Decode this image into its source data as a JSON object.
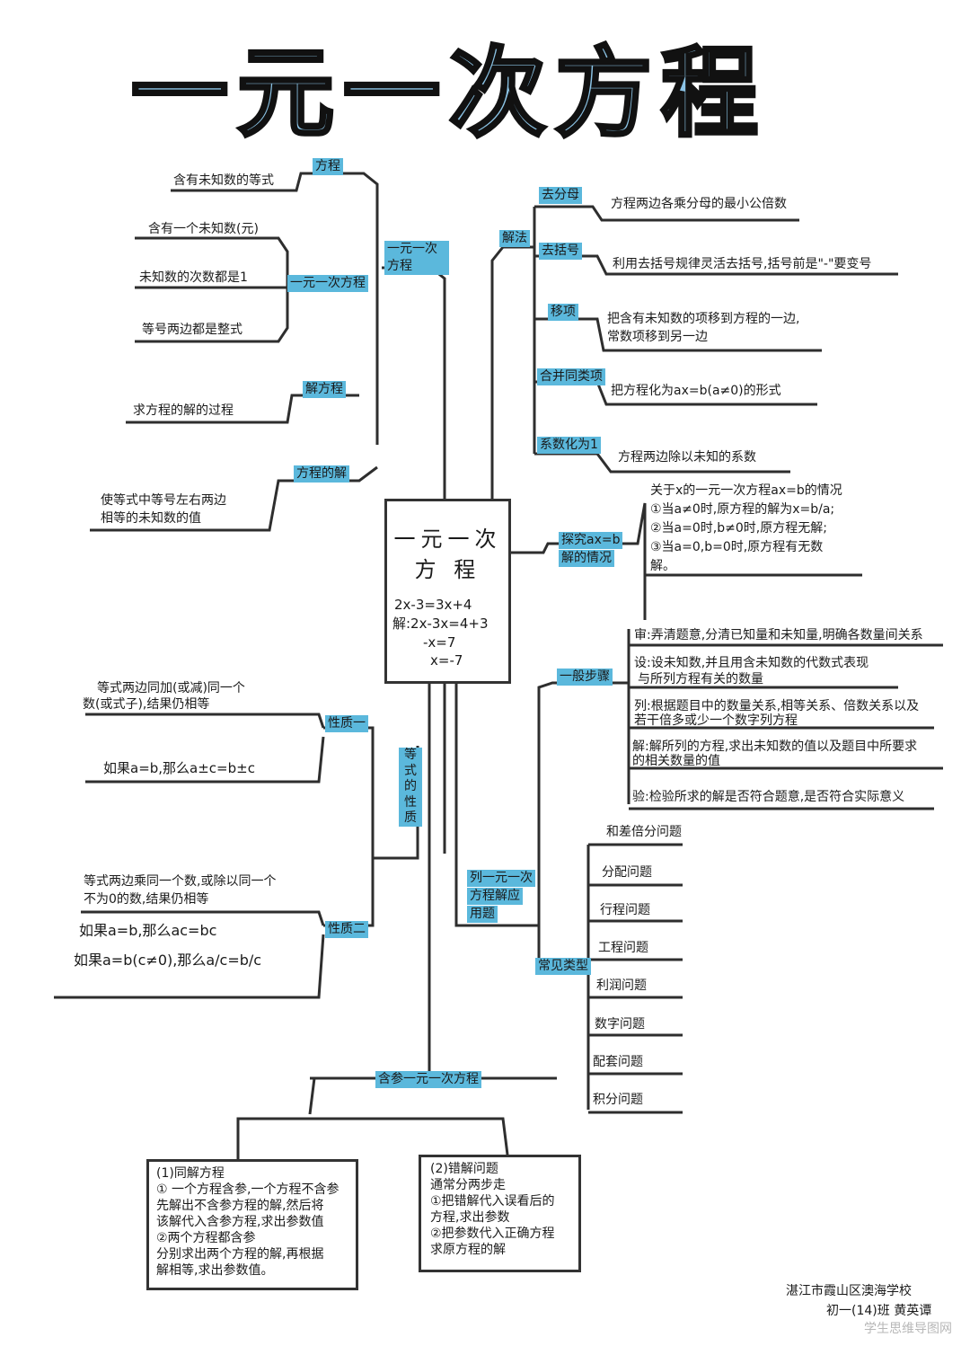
{
  "title": "一元一次方程",
  "center": {
    "title_1": "一元一次",
    "title_2": "方 程",
    "ex": [
      "2x-3=3x+4",
      "解:2x-3x=4+3",
      "-x=7",
      "x=-7"
    ]
  },
  "left": {
    "branch_def": "一元一次方程",
    "fangcheng_label": "方程",
    "fangcheng_desc": "含有未知数的等式",
    "yiyuan_label": "一元一次方程",
    "yiyuan_items": [
      "含有一个未知数(元)",
      "未知数的次数都是1",
      "等号两边都是整式"
    ],
    "jie_fangcheng_label": "解方程",
    "jie_fangcheng_desc": "求方程的解的过程",
    "fangcheng_de_jie_label": "方程的解",
    "fangcheng_de_jie_desc": [
      "使等式中等号左右两边",
      "相等的未知数的值"
    ],
    "xingzhi_branch": "等式的性质",
    "xz1_label": "性质一",
    "xz1_desc": [
      "等式两边同加(或减)同一个",
      "数(或式子),结果仍相等"
    ],
    "xz1_formula": "如果a=b,那么a±c=b±c",
    "xz2_label": "性质二",
    "xz2_desc": [
      "等式两边乘同一个数,或除以同一个",
      "不为0的数,结果仍相等"
    ],
    "xz2_formula_1": "如果a=b,那么ac=bc",
    "xz2_formula_2": "如果a=b(c≠0),那么a/c=b/c"
  },
  "right": {
    "jiefa": "解法",
    "steps": [
      {
        "label": "去分母",
        "desc": "方程两边各乘分母的最小公倍数"
      },
      {
        "label": "去括号",
        "desc": "利用去括号规律灵活去括号,括号前是\"-\"要变号"
      },
      {
        "label": "移项",
        "desc": "把含有未知数的项移到方程的一边,",
        "desc2": "常数项移到另一边"
      },
      {
        "label": "合并同类项",
        "desc": "把方程化为ax=b(a≠0)的形式"
      },
      {
        "label": "系数化为1",
        "desc": "方程两边除以未知的系数"
      }
    ],
    "qingkuang_label": [
      "探究ax=b",
      "解的情况"
    ],
    "qingkuang": [
      "关于x的一元一次方程ax=b的情况",
      "①当a≠0时,原方程的解为x=b/a;",
      "②当a=0时,b≠0时,原方程无解;",
      "③当a=0,b=0时,原方程有无数",
      "解。"
    ],
    "yingyong": [
      "列一元一次",
      "方程解应",
      "用题"
    ],
    "buzhou_label": "一般步骤",
    "buzhou": [
      "审:弄清题意,分清已知量和未知量,明确各数量间关系",
      "设:设未知数,并且用含未知数的代数式表现",
      "与所列方程有关的数量",
      "列:根据题目中的数量关系,相等关系、倍数关系以及",
      "若干倍多或少一个数字列方程",
      "解:解所列的方程,求出未知数的值以及题目中所要求",
      "的相关数量的值",
      "验:检验所求的解是否符合题意,是否符合实际意义"
    ],
    "leixing_label": "常见类型",
    "leixing": [
      "和差倍分问题",
      "分配问题",
      "行程问题",
      "工程问题",
      "利润问题",
      "数字问题",
      "配套问题",
      "积分问题"
    ]
  },
  "bottom": {
    "label": "含参一元一次方程",
    "box1": [
      "(1)同解方程",
      "① 一个方程含参,一个方程不含参",
      "先解出不含参方程的解,然后将",
      "该解代入含参方程,求出参数值",
      "②两个方程都含参",
      "分别求出两个方程的解,再根据",
      "解相等,求出参数值。"
    ],
    "box2": [
      "(2)错解问题",
      "通常分两步走",
      "①把错解代入误看后的",
      "方程,求出参数",
      "②把参数代入正确方程",
      "求原方程的解"
    ]
  },
  "signature": [
    "湛江市霞山区澳海学校",
    "初一(14)班 黄英谭"
  ],
  "watermark": "学生思维导图网",
  "colors": {
    "highlight": "#5bb8dc",
    "title_fill": "#8cc4e6",
    "line": "#2e2e2e"
  }
}
